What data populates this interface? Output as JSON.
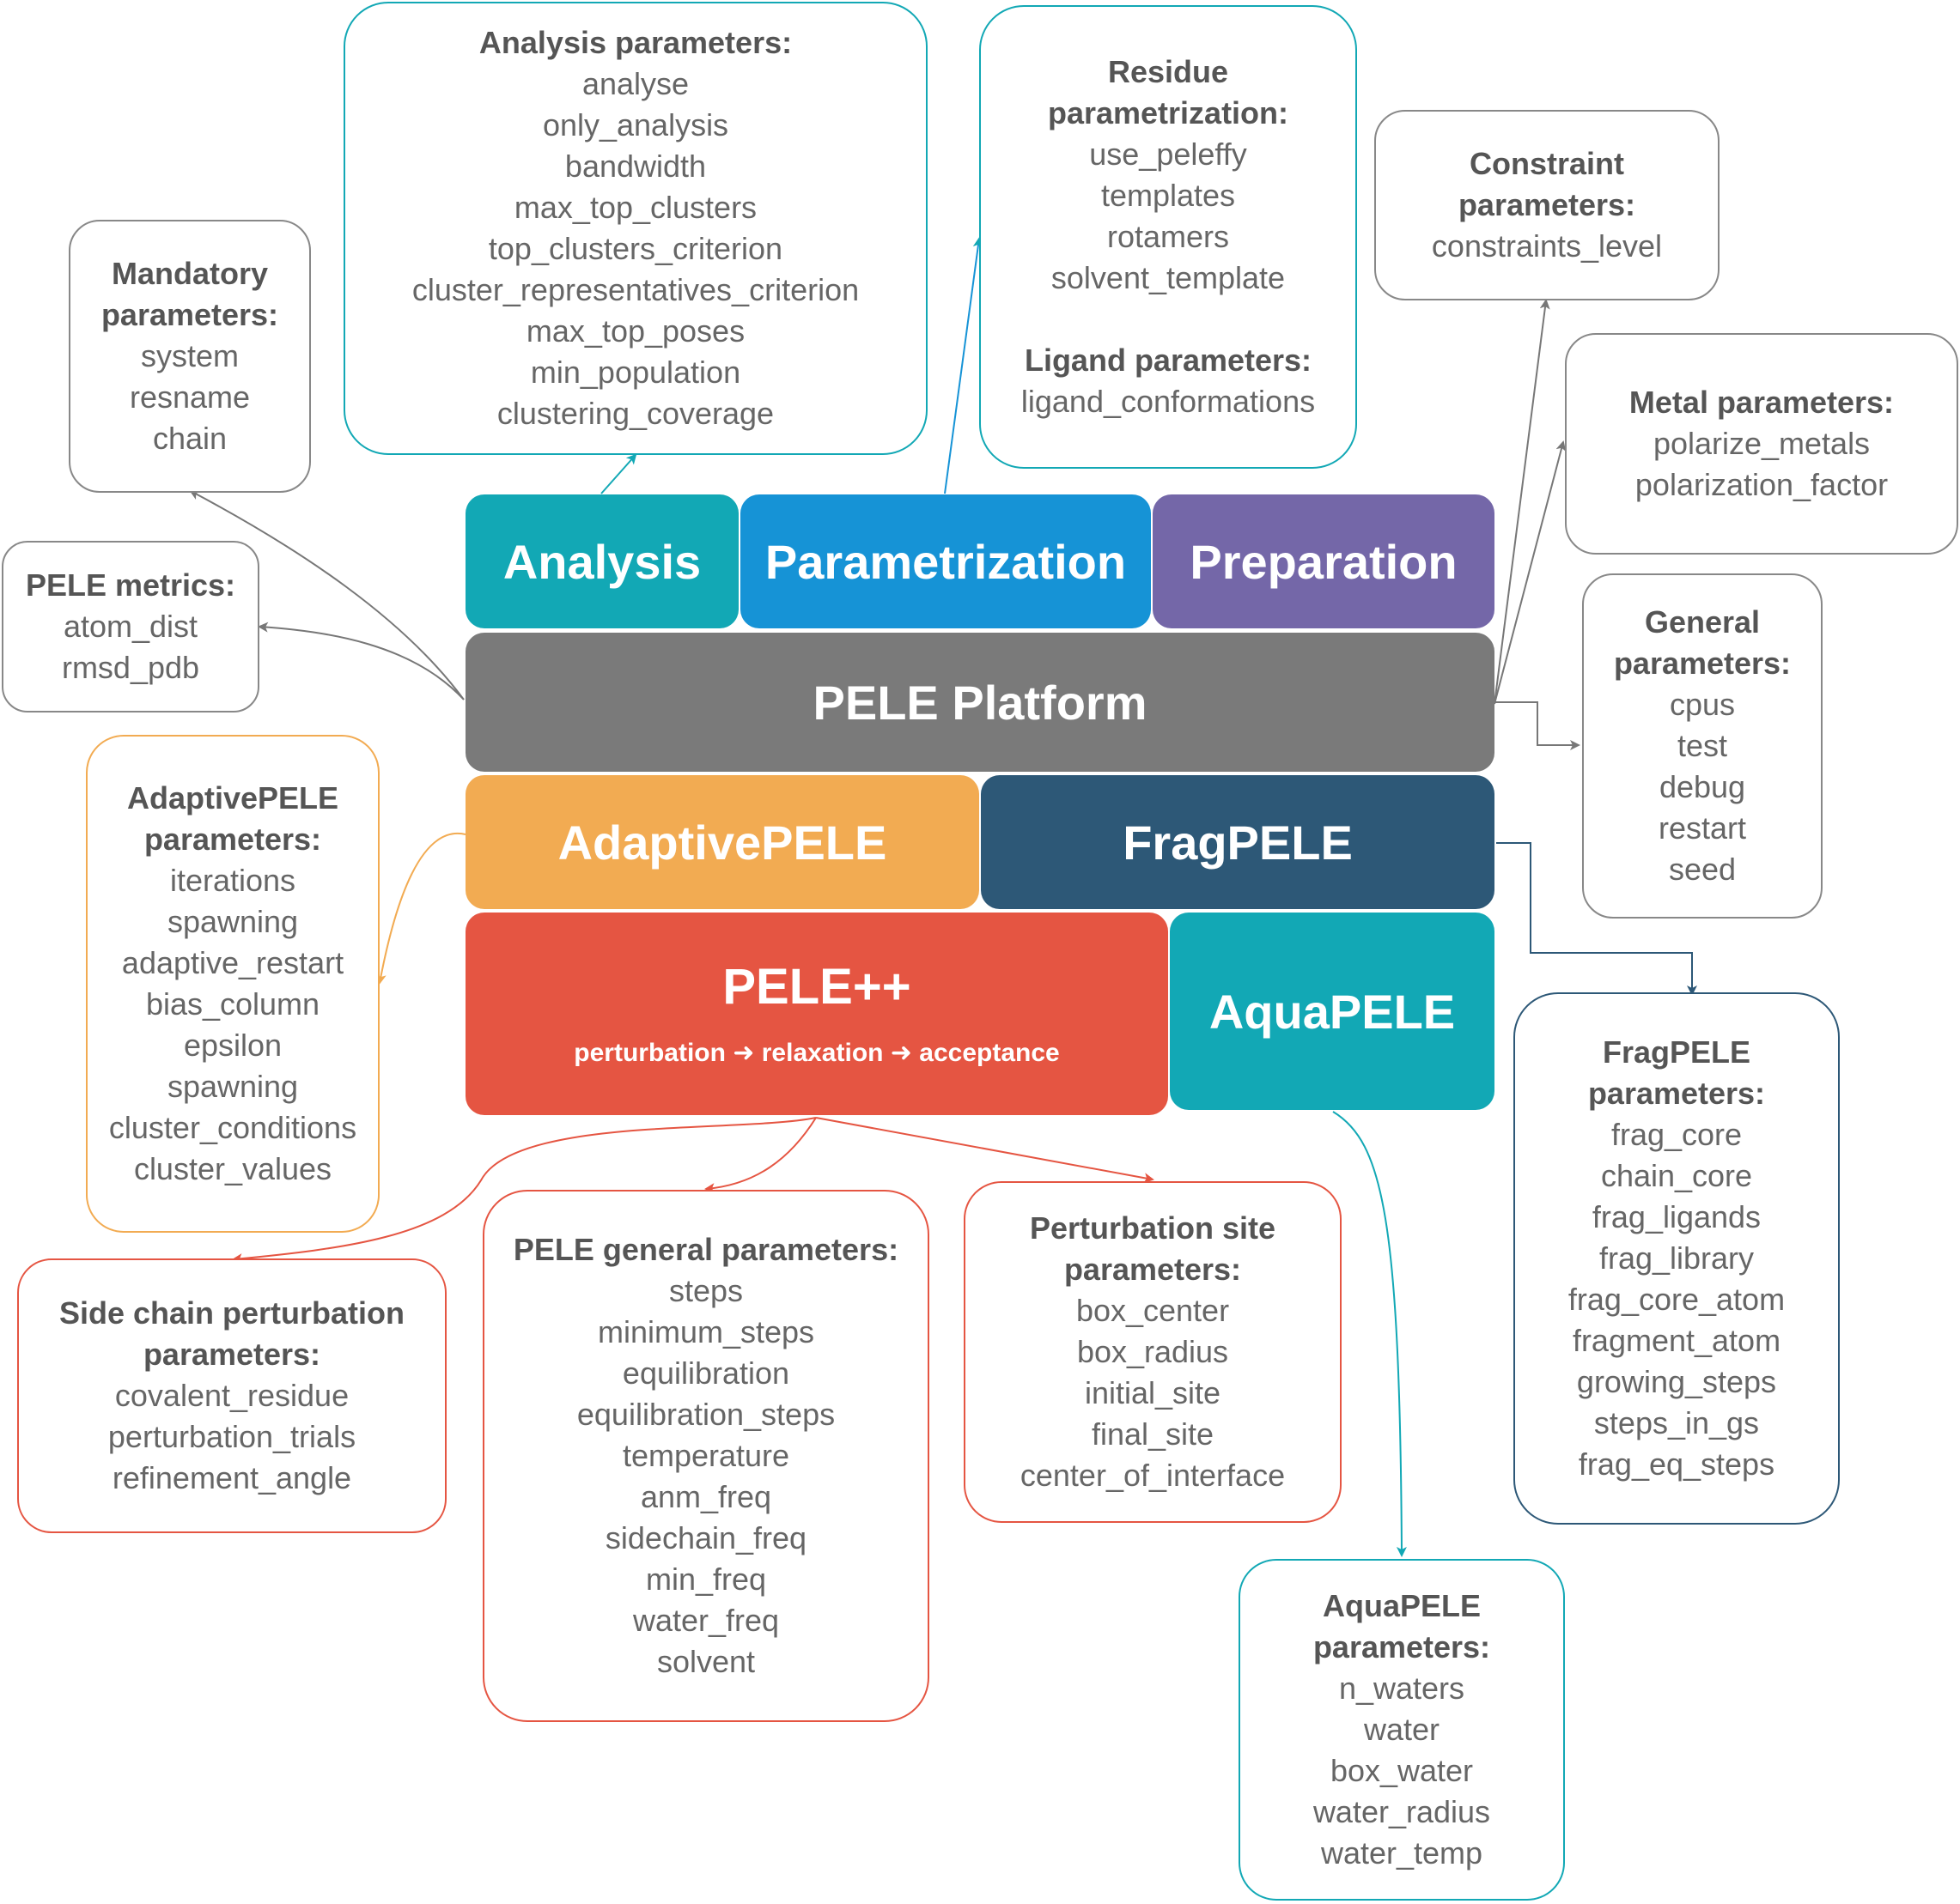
{
  "colors": {
    "analysis": "#12a8b5",
    "parametrization": "#1693d6",
    "preparation": "#7467a8",
    "platform": "#7a7a7a",
    "adaptivepele": "#f2ab52",
    "fragpele": "#2d5877",
    "pelepp": "#e55542",
    "aquapele": "#12a8b5",
    "box_text": "#666666",
    "box_title": "#555555"
  },
  "modules": {
    "analysis": "Analysis",
    "parametrization": "Parametrization",
    "preparation": "Preparation",
    "platform": "PELE Platform",
    "adaptivepele": "AdaptivePELE",
    "fragpele": "FragPELE",
    "pelepp": "PELE++",
    "pelepp_subtitle": "perturbation ➜ relaxation ➜ acceptance",
    "aquapele": "AquaPELE"
  },
  "boxes": {
    "analysis": {
      "title": "Analysis parameters:",
      "items": [
        "analyse",
        "only_analysis",
        "bandwidth",
        "max_top_clusters",
        "top_clusters_criterion",
        "cluster_representatives_criterion",
        "max_top_poses",
        "min_population",
        "clustering_coverage"
      ]
    },
    "residue": {
      "title_line1": "Residue",
      "title_line2": "parametrization:",
      "items": [
        "use_peleffy",
        "templates",
        "rotamers",
        "solvent_template"
      ],
      "ligand_title": "Ligand parameters:",
      "ligand_items": [
        "ligand_conformations"
      ]
    },
    "constraint": {
      "title_line1": "Constraint",
      "title_line2": "parameters:",
      "items": [
        "constraints_level"
      ]
    },
    "mandatory": {
      "title_line1": "Mandatory",
      "title_line2": "parameters:",
      "items": [
        "system",
        "resname",
        "chain"
      ]
    },
    "metrics": {
      "title": "PELE metrics:",
      "items": [
        "atom_dist",
        "rmsd_pdb"
      ]
    },
    "metal": {
      "title": "Metal parameters:",
      "items": [
        "polarize_metals",
        "polarization_factor"
      ]
    },
    "general": {
      "title_line1": "General",
      "title_line2": "parameters:",
      "items": [
        "cpus",
        "test",
        "debug",
        "restart",
        "seed"
      ]
    },
    "adaptive": {
      "title_line1": "AdaptivePELE",
      "title_line2": "parameters:",
      "items": [
        "iterations",
        "spawning",
        "adaptive_restart",
        "bias_column",
        "epsilon",
        "spawning",
        "cluster_conditions",
        "cluster_values"
      ]
    },
    "frag": {
      "title_line1": "FragPELE",
      "title_line2": "parameters:",
      "items": [
        "frag_core",
        "chain_core",
        "frag_ligands",
        "frag_library",
        "frag_core_atom",
        "fragment_atom",
        "growing_steps",
        "steps_in_gs",
        "frag_eq_steps"
      ]
    },
    "sidechain": {
      "title_line1": "Side chain perturbation",
      "title_line2": "parameters:",
      "items": [
        "covalent_residue",
        "perturbation_trials",
        "refinement_angle"
      ]
    },
    "pelegeneral": {
      "title": "PELE general parameters:",
      "items": [
        "steps",
        "minimum_steps",
        "equilibration",
        "equilibration_steps",
        "temperature",
        "anm_freq",
        "sidechain_freq",
        "min_freq",
        "water_freq",
        "solvent"
      ]
    },
    "perturbation": {
      "title_line1": "Perturbation site",
      "title_line2": "parameters:",
      "items": [
        "box_center",
        "box_radius",
        "initial_site",
        "final_site",
        "center_of_interface"
      ]
    },
    "aqua": {
      "title_line1": "AquaPELE",
      "title_line2": "parameters:",
      "items": [
        "n_waters",
        "water",
        "box_water",
        "water_radius",
        "water_temp"
      ]
    }
  }
}
